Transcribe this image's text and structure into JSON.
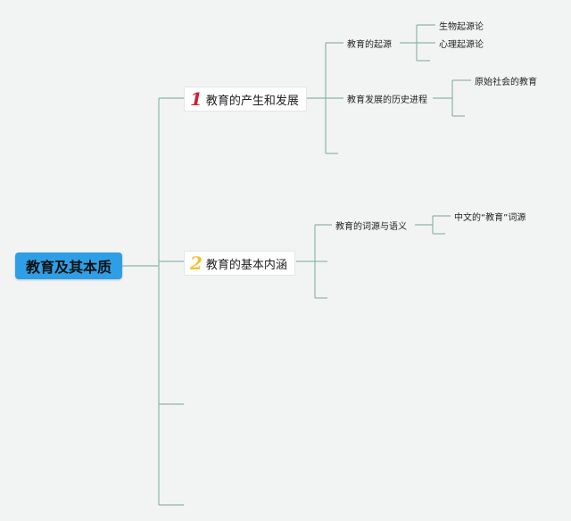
{
  "root": {
    "label": "教育及其本质"
  },
  "branches": [
    {
      "number": "1",
      "label": "教育的产生和发展",
      "children": [
        {
          "label": "教育的起源",
          "children": [
            "生物起源论",
            "心理起源论"
          ]
        },
        {
          "label": "教育发展的历史进程",
          "children": [
            "原始社会的教育"
          ]
        }
      ]
    },
    {
      "number": "2",
      "label": "教育的基本内涵",
      "children": [
        {
          "label": "教育的词源与语义",
          "children": [
            "中文的“教育”词源"
          ]
        }
      ]
    }
  ],
  "colors": {
    "background": "#f2f4f3",
    "connector": "#8fb5aa",
    "root_fill": "#2e9fe6",
    "number_1": "#cc2233",
    "number_2": "#f2c230"
  }
}
